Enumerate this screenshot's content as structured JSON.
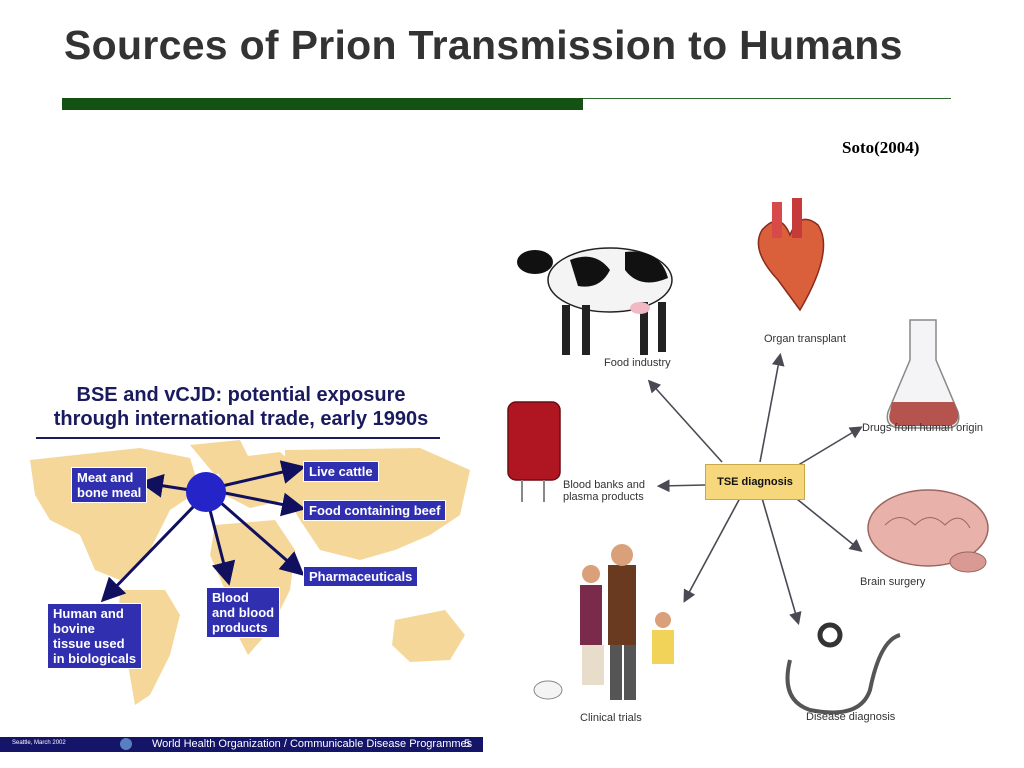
{
  "slide": {
    "title": "Sources of Prion Transmission to Humans",
    "citation": "Soto(2004)"
  },
  "bse_figure": {
    "title_line1": "BSE and vCJD: potential exposure",
    "title_line2": "through international trade, early 1990s",
    "labels": {
      "meat": "Meat and\nbone meal",
      "cattle": "Live cattle",
      "food": "Food containing beef",
      "pharma": "Pharmaceuticals",
      "blood": "Blood\nand blood\nproducts",
      "tissue": "Human and\nbovine\ntissue used\nin biologicals"
    },
    "footer": {
      "left": "Seattle, March 2002",
      "main": "World Health Organization / Communicable Disease Programmes",
      "page": "5"
    },
    "colors": {
      "land": "#f5d79a",
      "arrow": "#10105e",
      "hub": "#2424c8",
      "label_bg": "#2f2fb0"
    }
  },
  "tse_diagram": {
    "center": "TSE diagnosis",
    "labels": {
      "food": "Food industry",
      "organ": "Organ transplant",
      "drugs": "Drugs from human origin",
      "blood": "Blood banks and\nplasma products",
      "brain": "Brain surgery",
      "clinical": "Clinical trials",
      "disease": "Disease diagnosis"
    },
    "colors": {
      "center_bg": "#f6d77c",
      "arrow": "#4a4a55"
    }
  }
}
